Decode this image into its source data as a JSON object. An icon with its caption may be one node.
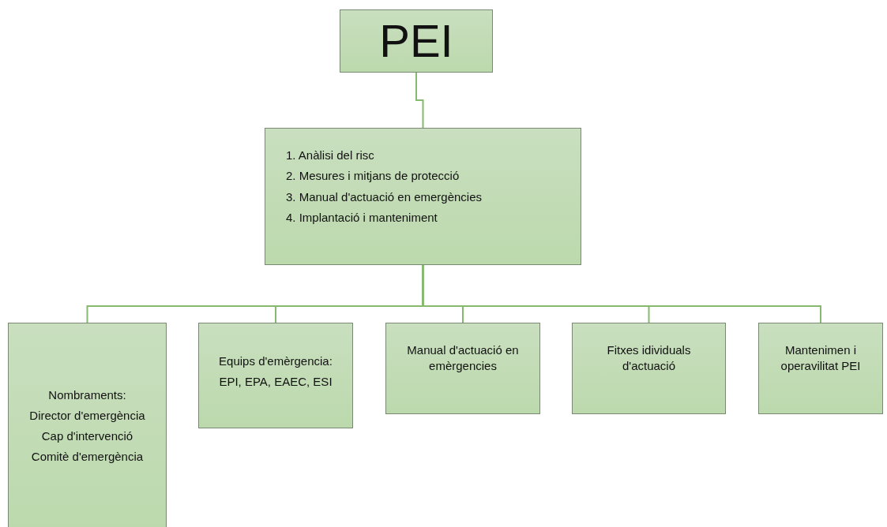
{
  "diagram": {
    "nodes": [
      {
        "text": [
          "PEI"
        ]
      },
      {
        "text": [
          "1. Anàlisi del risc",
          "2. Mesures i mitjans de protecció",
          "3. Manual d'actuació en emergències",
          "4. Implantació i manteniment"
        ]
      },
      {
        "text": [
          "Nombraments:",
          "Director d'emergència",
          "Cap d'intervenció",
          "Comitè d'emergència"
        ]
      },
      {
        "text": [
          "Equips d'emèrgencia:",
          "EPI, EPA, EAEC, ESI"
        ]
      },
      {
        "text": [
          "Manual d'actuació en emèrgencies"
        ]
      },
      {
        "text": [
          "Fitxes idividuals d'actuació"
        ]
      },
      {
        "text": [
          "Mantenimen i operavilitat PEI"
        ]
      }
    ],
    "edges": [
      {
        "from": 0,
        "to": 1,
        "arrow": "none"
      },
      {
        "from": 1,
        "to": 2,
        "arrow": "none"
      },
      {
        "from": 1,
        "to": 3,
        "arrow": "none"
      },
      {
        "from": 1,
        "to": 4,
        "arrow": "none"
      },
      {
        "from": 1,
        "to": 5,
        "arrow": "none"
      },
      {
        "from": 1,
        "to": 6,
        "arrow": "none"
      }
    ]
  }
}
